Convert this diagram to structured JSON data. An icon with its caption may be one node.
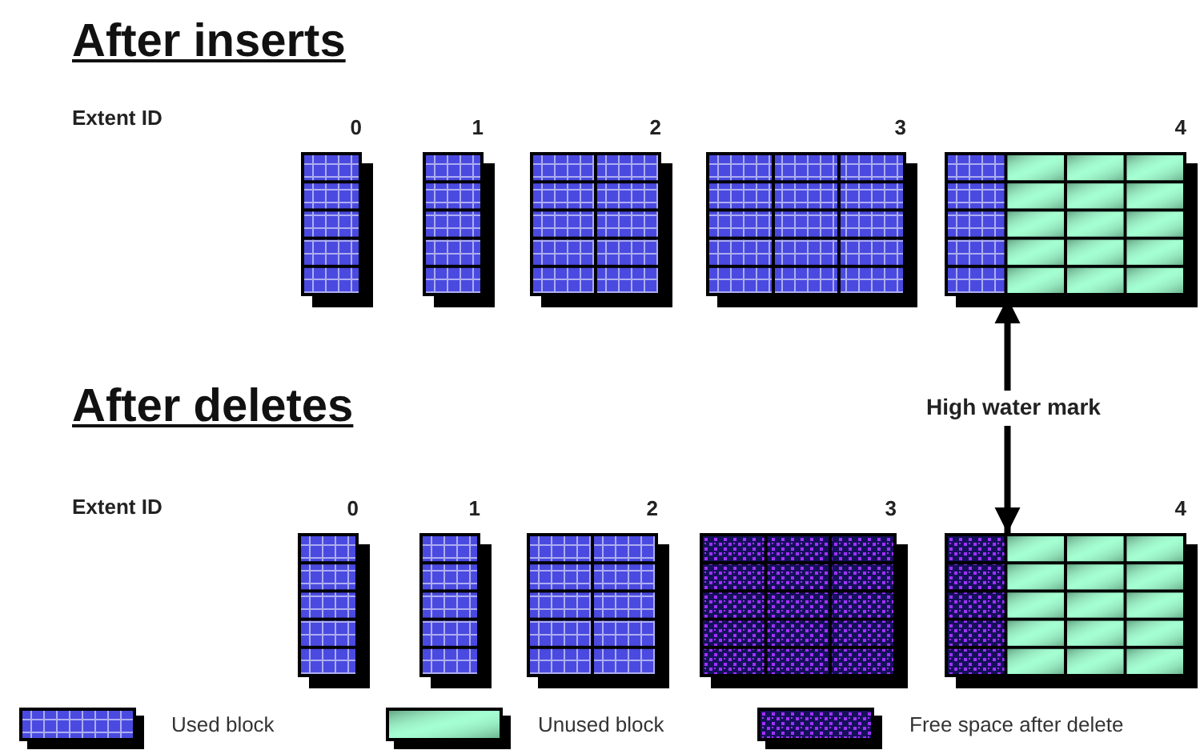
{
  "diagram": {
    "nodes": [
      {
        "text": [],
        "shape": "box",
        "beside": [
          "0"
        ]
      },
      {
        "text": [],
        "shape": "box",
        "beside": [
          "1"
        ]
      },
      {
        "text": [],
        "shape": "box",
        "beside": [
          "2"
        ]
      },
      {
        "text": [],
        "shape": "box",
        "beside": [
          "3"
        ]
      },
      {
        "text": [],
        "shape": "box",
        "beside": [
          "4"
        ]
      },
      {
        "text": [],
        "shape": "box",
        "beside": [
          "0"
        ]
      },
      {
        "text": [],
        "shape": "box",
        "beside": [
          "1"
        ]
      },
      {
        "text": [],
        "shape": "box",
        "beside": [
          "2"
        ]
      },
      {
        "text": [],
        "shape": "box",
        "beside": [
          "3"
        ]
      },
      {
        "text": [],
        "shape": "box",
        "beside": [
          "4"
        ]
      },
      {
        "text": [
          "High water mark"
        ]
      }
    ],
    "edges": [
      {
        "from": 10,
        "to": 4,
        "arrow": "to"
      },
      {
        "from": 10,
        "to": 9,
        "arrow": "to"
      }
    ],
    "labels": [
      "After inserts",
      "Extent ID",
      "After deletes",
      "Extent ID"
    ],
    "legend": [
      {
        "text": "Used block",
        "color": "#4a4ae0"
      },
      {
        "text": "Unused block",
        "color": "#99ffcc"
      },
      {
        "text": "Free space after delete",
        "color": "#14105a"
      }
    ]
  }
}
